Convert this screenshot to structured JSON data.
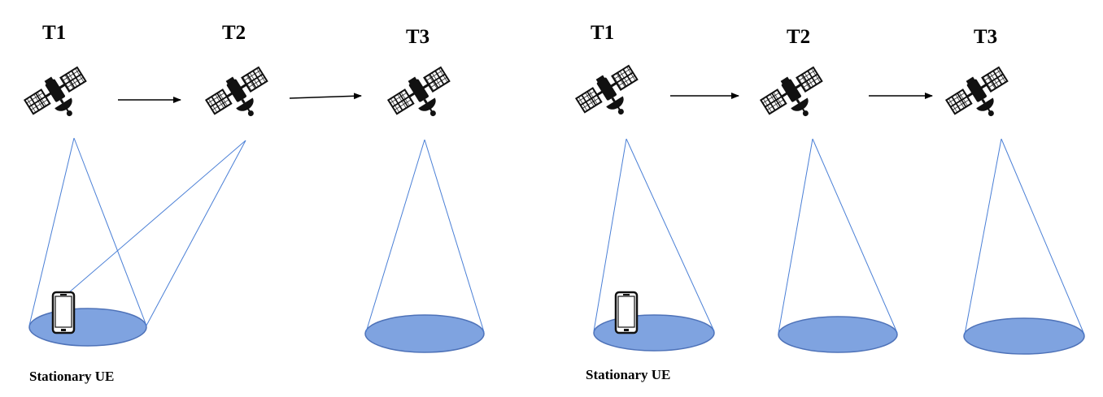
{
  "left_scenario": {
    "time_labels": [
      "T1",
      "T2",
      "T3"
    ],
    "ue_label": "Stationary UE"
  },
  "right_scenario": {
    "time_labels": [
      "T1",
      "T2",
      "T3"
    ],
    "ue_label": "Stationary UE"
  },
  "colors": {
    "beam_line": "#4a7fd6",
    "footprint_fill": "#7fa3e0",
    "footprint_stroke": "#4e72b8",
    "satellite": "#111111",
    "arrow": "#000000"
  }
}
